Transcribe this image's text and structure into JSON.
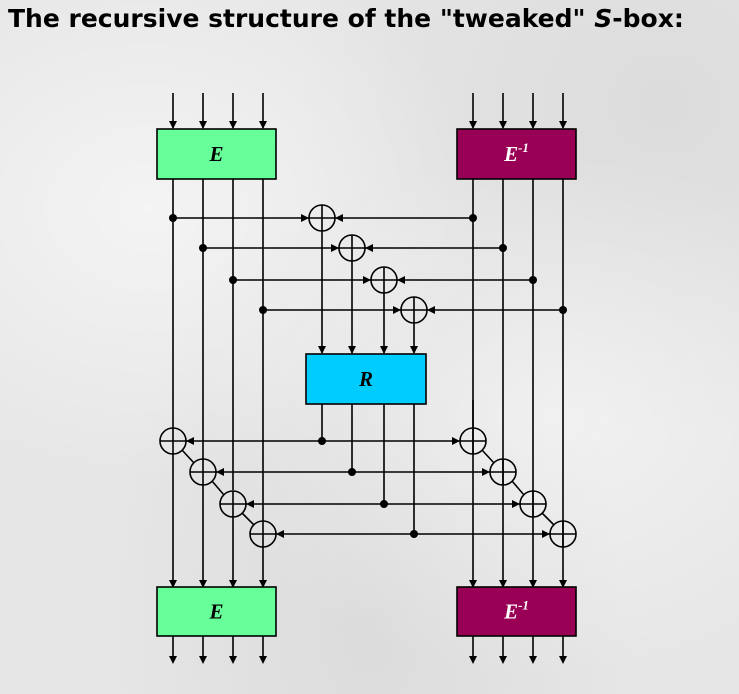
{
  "title": {
    "prefix": "The recursive structure of the \"tweaked\" ",
    "symbol": "S",
    "suffix": "-box:"
  },
  "diagram": {
    "boxes": {
      "top_left": {
        "label": "E",
        "sup": "",
        "color": "#66ff99"
      },
      "top_right": {
        "label": "E",
        "sup": "-1",
        "color": "#990055"
      },
      "middle": {
        "label": "R",
        "sup": "",
        "color": "#00ccff"
      },
      "bottom_left": {
        "label": "E",
        "sup": "",
        "color": "#66ff99"
      },
      "bottom_right": {
        "label": "E",
        "sup": "-1",
        "color": "#990055"
      }
    },
    "xor_symbol": "⊕",
    "line_color": "#000000"
  }
}
